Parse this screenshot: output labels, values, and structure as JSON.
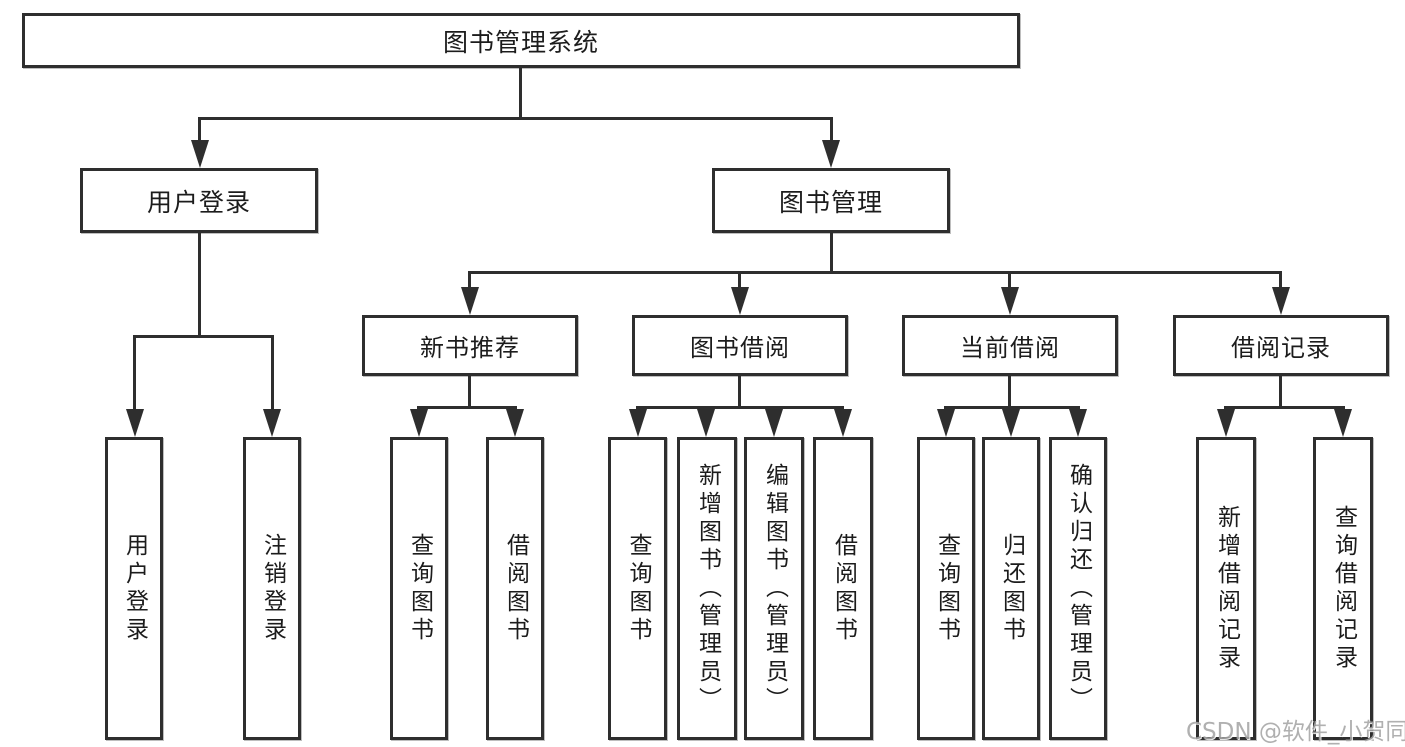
{
  "tree": {
    "root": {
      "label": "图书管理系统"
    },
    "user_login": {
      "label": "用户登录",
      "children": {
        "login": {
          "label": "用户登录"
        },
        "logout": {
          "label": "注销登录"
        }
      }
    },
    "book_mgmt": {
      "label": "图书管理",
      "children": {
        "new_book_recommend": {
          "label": "新书推荐",
          "children": {
            "query_books": {
              "label": "查询图书"
            },
            "borrow_books": {
              "label": "借阅图书"
            }
          }
        },
        "book_borrowing": {
          "label": "图书借阅",
          "children": {
            "query_books": {
              "label": "查询图书"
            },
            "add_books_admin": {
              "label": "新增图书（管理员）"
            },
            "edit_books_admin": {
              "label": "编辑图书（管理员）"
            },
            "borrow_books": {
              "label": "借阅图书"
            }
          }
        },
        "current_borrowing": {
          "label": "当前借阅",
          "children": {
            "query_books": {
              "label": "查询图书"
            },
            "return_books": {
              "label": "归还图书"
            },
            "confirm_return_admin": {
              "label": "确认归还（管理员）"
            }
          }
        },
        "borrowing_records": {
          "label": "借阅记录",
          "children": {
            "add_record": {
              "label": "新增借阅记录"
            },
            "query_record": {
              "label": "查询借阅记录"
            }
          }
        }
      }
    }
  },
  "watermark": {
    "text": "CSDN @软件_小贺同学"
  },
  "colors": {
    "line": "#2e2e2e",
    "box_background": "#ffffff",
    "text": "#1c1c1c",
    "watermark": "#a6a6a6"
  }
}
